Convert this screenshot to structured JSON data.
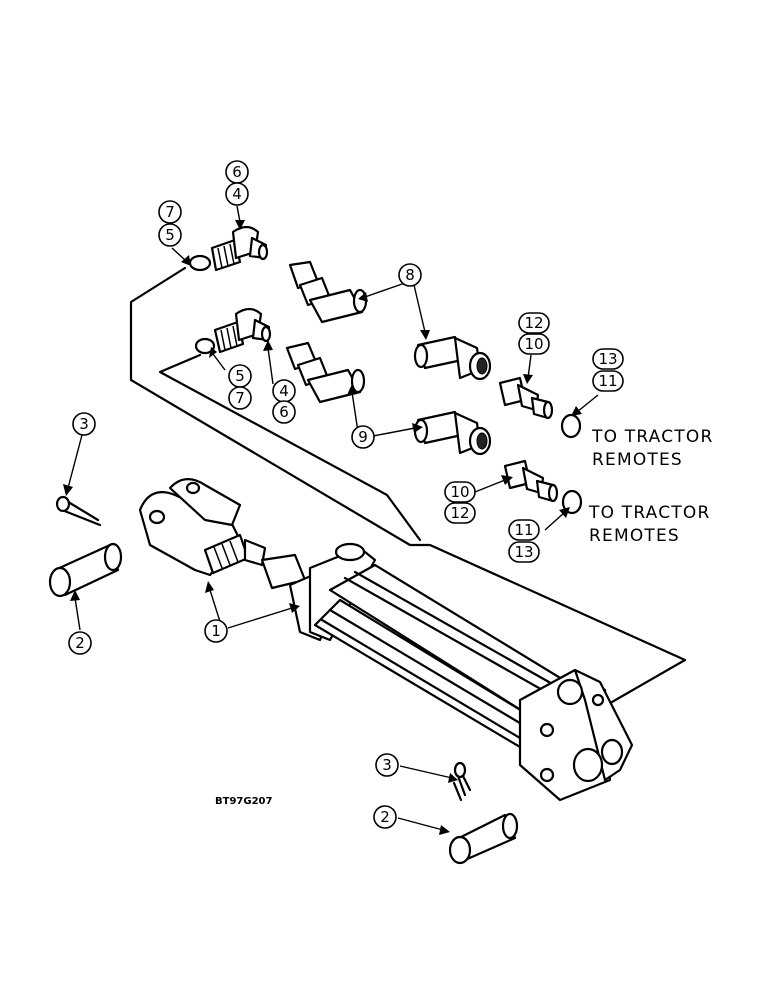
{
  "callouts": {
    "c6_top": "6",
    "c4_top": "4",
    "c7_top": "7",
    "c5_top": "5",
    "c8": "8",
    "c12_a": "12",
    "c10_a": "10",
    "c13_a": "13",
    "c11_a": "11",
    "c5_mid": "5",
    "c7_mid": "7",
    "c4_mid": "4",
    "c6_mid": "6",
    "c9": "9",
    "c3_left": "3",
    "c2_left": "2",
    "c10_b": "10",
    "c12_b": "12",
    "c11_b": "11",
    "c13_b": "13",
    "c1": "1",
    "c3_bottom": "3",
    "c2_bottom": "2"
  },
  "notes": {
    "remotes_upper_line1": "TO TRACTOR",
    "remotes_upper_line2": "REMOTES",
    "remotes_lower_line1": "TO TRACTOR",
    "remotes_lower_line2": "REMOTES"
  },
  "drawing_code": "BT97G207"
}
